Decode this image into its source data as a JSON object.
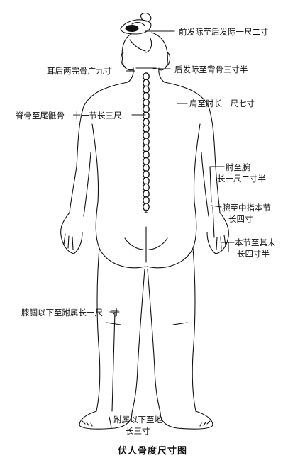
{
  "title": "伏人骨度尺寸图",
  "labels": {
    "head_front_back": "前发际至后发际一尺二寸",
    "behind_ears": "耳后两完骨广九寸",
    "back_hairline": "后发际至背骨三寸半",
    "shoulder_elbow": "肩至肘长一尺七寸",
    "spine_to_sacrum": "脊骨至尾骶骨二十一节长三尺",
    "elbow_wrist_1": "肘至腕",
    "elbow_wrist_2": "长一尺二寸半",
    "wrist_middle_1": "腕至中指本节",
    "wrist_middle_2": "长四寸",
    "joint_fingertip_1": "本节至其末",
    "joint_fingertip_2": "长四寸半",
    "knee_to_ankle": "膝腘以下至跗属长一尺二寸",
    "ankle_to_ground_1": "跗属以下至地",
    "ankle_to_ground_2": "长三寸"
  }
}
